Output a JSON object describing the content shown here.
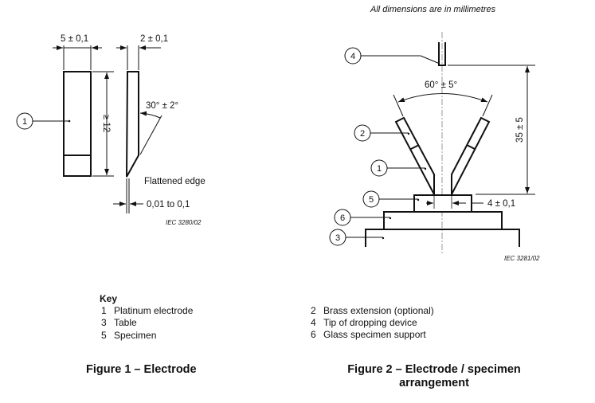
{
  "note": "All dimensions are in millimetres",
  "figure1": {
    "dims": {
      "width": "5 ± 0,1",
      "thickness": "2 ± 0,1",
      "length": "≥ 12",
      "angle": "30° ± 2°",
      "edge_label": "Flattened edge",
      "edge_width": "0,01 to 0,1"
    },
    "callouts": [
      "1"
    ],
    "ref": "IEC  3280/02",
    "caption": "Figure 1 – Electrode"
  },
  "figure2": {
    "dims": {
      "angle": "60° ± 5°",
      "height": "35 ± 5",
      "gap": "4 ± 0,1"
    },
    "callouts": [
      "4",
      "2",
      "1",
      "5",
      "6",
      "3"
    ],
    "ref": "IEC  3281/02",
    "caption_line1": "Figure 2 – Electrode / specimen",
    "caption_line2": "arrangement"
  },
  "key": {
    "title": "Key",
    "left": [
      {
        "num": "1",
        "label": "Platinum electrode"
      },
      {
        "num": "3",
        "label": "Table"
      },
      {
        "num": "5",
        "label": "Specimen"
      }
    ],
    "right": [
      {
        "num": "2",
        "label": "Brass extension (optional)"
      },
      {
        "num": "4",
        "label": "Tip of dropping device"
      },
      {
        "num": "6",
        "label": "Glass specimen support"
      }
    ]
  },
  "colors": {
    "line": "#111111",
    "centerline": "#aaaaaa"
  }
}
